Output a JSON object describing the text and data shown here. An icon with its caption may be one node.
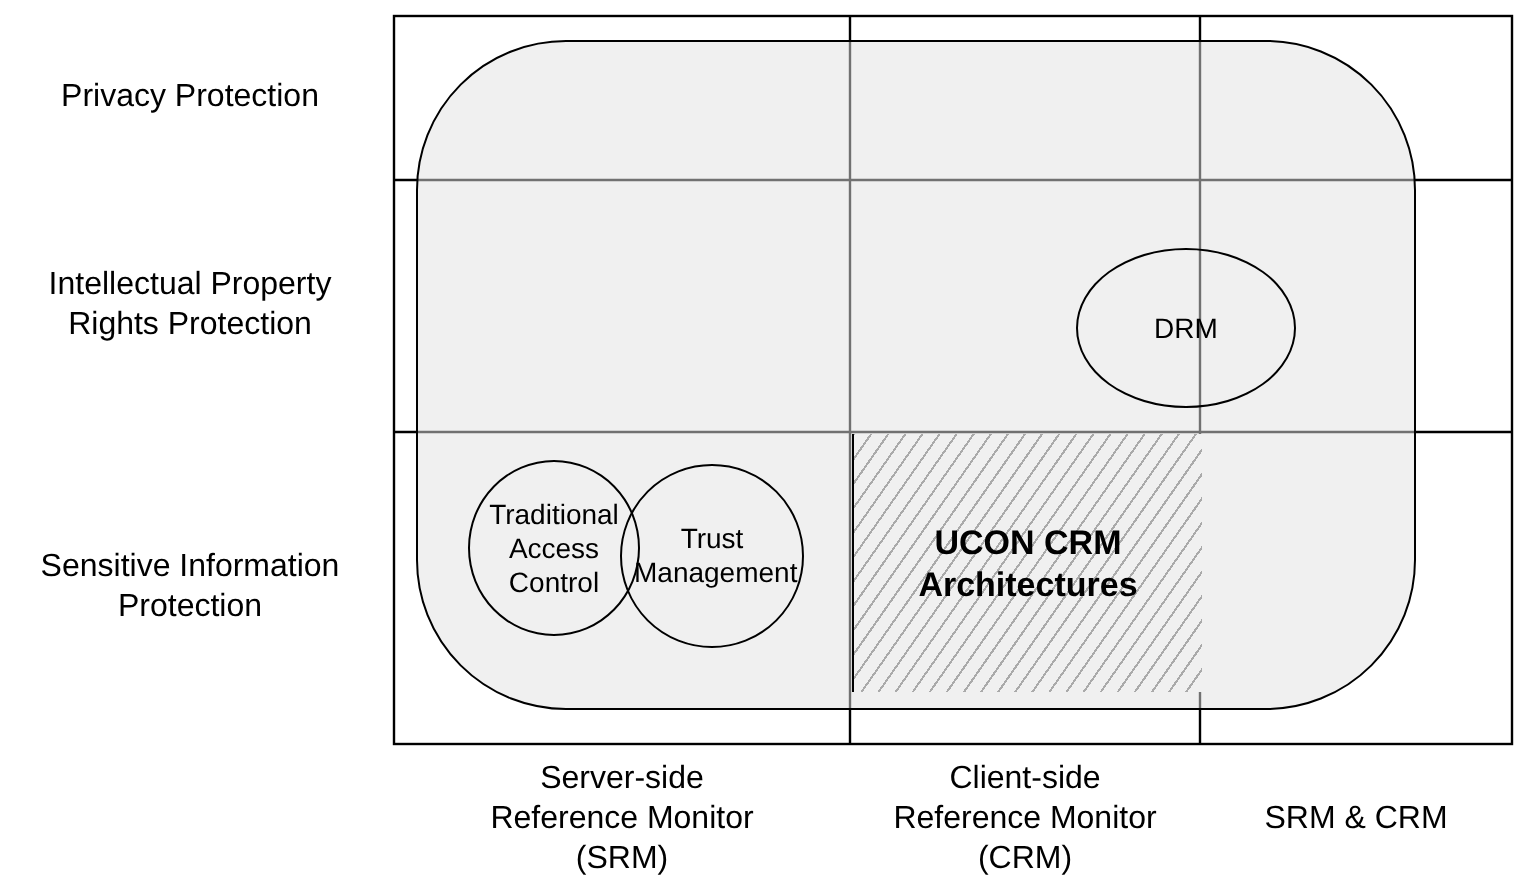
{
  "diagram": {
    "nodes": [
      {
        "text": [],
        "shape": "box"
      },
      {
        "text": [
          "DRM"
        ],
        "in": 0
      },
      {
        "text": [
          "Traditional Access Control"
        ],
        "in": 0
      },
      {
        "text": [
          "Trust Management"
        ],
        "in": 0
      },
      {
        "text": [
          "UCON CRM Architectures"
        ],
        "in": 0
      }
    ],
    "edges": [],
    "labels": [
      "Privacy Protection",
      "Intellectual Property Rights Protection",
      "Sensitive Information Protection",
      "Server-side Reference Monitor (SRM)",
      "Client-side Reference Monitor (CRM)",
      "SRM & CRM"
    ]
  }
}
